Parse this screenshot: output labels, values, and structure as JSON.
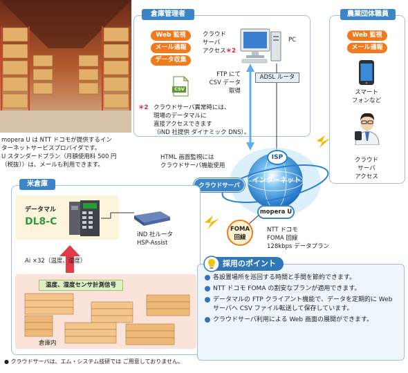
{
  "warehouse_manager": {
    "header": "倉庫管理者",
    "buttons": [
      "Web 監視",
      "メール通報",
      "データ収集"
    ],
    "cloud_access_line1": "クラウド",
    "cloud_access_line2": "サーバ",
    "cloud_access_line3": "アクセス",
    "cloud_access_mark": "＊2",
    "pc_label": "PC",
    "ftp_line1": "FTP にて",
    "ftp_line2": "CSV データ",
    "ftp_line3": "取得",
    "csv_icon": "CSV",
    "router_label": "ADSL ルータ",
    "note_mark": "＊2",
    "note_line1": "クラウドサーバ異常時には、",
    "note_line2": "現場のデータマルに",
    "note_line3": "直接アクセスできます",
    "note_line4": "（iND 社提供 ダイナミック DNS）。"
  },
  "farm_staff": {
    "header": "農業団体職員",
    "buttons": [
      "Web 監視",
      "メール通報"
    ],
    "phone_line1": "スマート",
    "phone_line2": "フォンなど",
    "cloud_line1": "クラウド",
    "cloud_line2": "サーバ",
    "cloud_line3": "アクセス"
  },
  "mopera_note": {
    "line1": "mopera U は NTT ドコモが提供するイン",
    "line2": "ターネットサービスプロバイダです。",
    "line3": "U スタンダードプラン（月額使用料 500 円",
    "line4": "（税抜））は、メールも利用できます。"
  },
  "network": {
    "html_line1": "HTML 画面監視には",
    "html_line2": "クラウドサーバ機能使用",
    "isp": "ISP",
    "cloud_server": "クラウドサーバ",
    "internet": "インターネット",
    "mopera": "mopera U",
    "foma_line1": "FOMA",
    "foma_line2": "回線",
    "docomo_line1": "NTT ドコモ",
    "docomo_line2": "FOMA 回線",
    "docomo_line3": "128kbps データプラン"
  },
  "rice_warehouse": {
    "header": "米倉庫",
    "device_label": "データマル",
    "device_model": "DL8-C",
    "router_line1": "iND 社ルータ",
    "router_line2": "HSP-Assist",
    "inputs": "Ai ×32（温度、湿度）",
    "sensor_label": "温度、湿度センサ計測信号",
    "inside": "倉庫内",
    "footnote": "● クラウドサーバは、エム・システム技研では ご用意しておりません。"
  },
  "points": {
    "title": "採用のポイント",
    "items": [
      "各設置場所を巡回する時間と手間を節約できます。",
      "NTT ドコモ FOMA の割安なプランが適用できます。",
      "データマルの FTP クライアント機能で、データを定期的に Web サーバへ CSV ファイル転送して保存しています。",
      "クラウドサーバ利用による Web 画面の展開ができます。"
    ]
  },
  "colors": {
    "accent_blue": "#3a86c8",
    "orange": "#f07a1c",
    "red": "#e3262b"
  }
}
